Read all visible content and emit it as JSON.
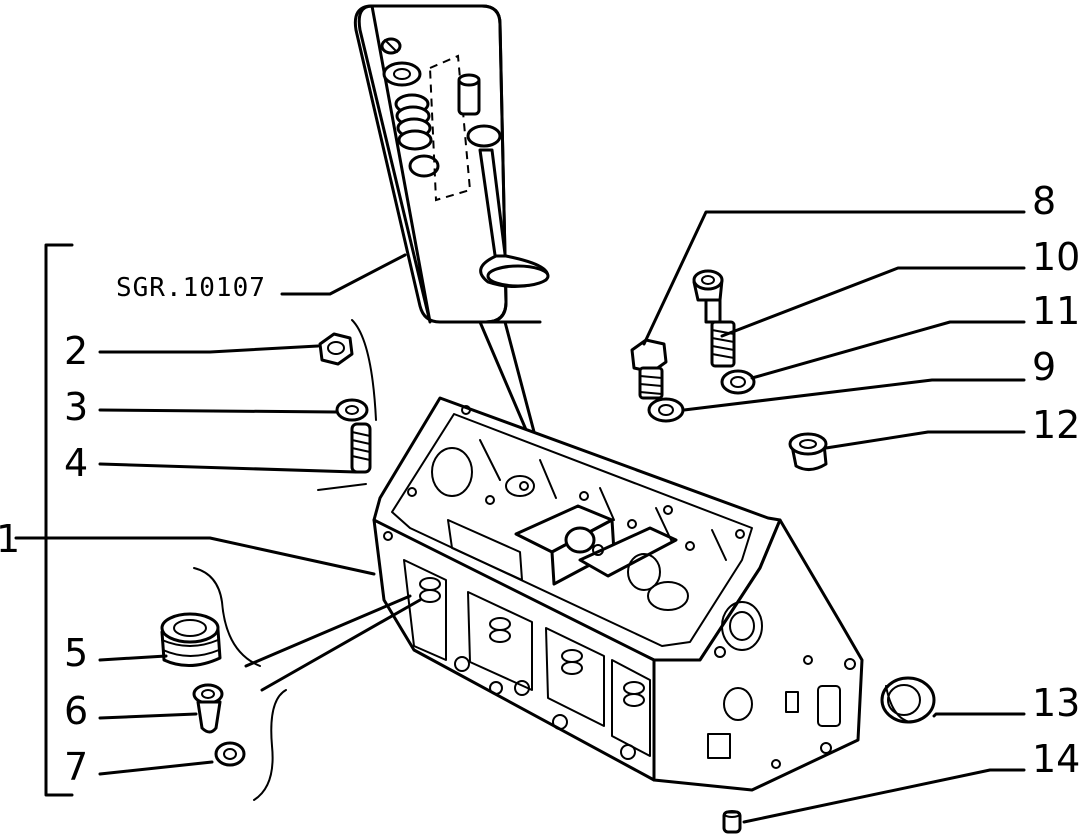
{
  "reference_code": "SGR.10107",
  "callouts": [
    "1",
    "2",
    "3",
    "4",
    "5",
    "6",
    "7",
    "8",
    "9",
    "10",
    "11",
    "12",
    "13",
    "14"
  ]
}
